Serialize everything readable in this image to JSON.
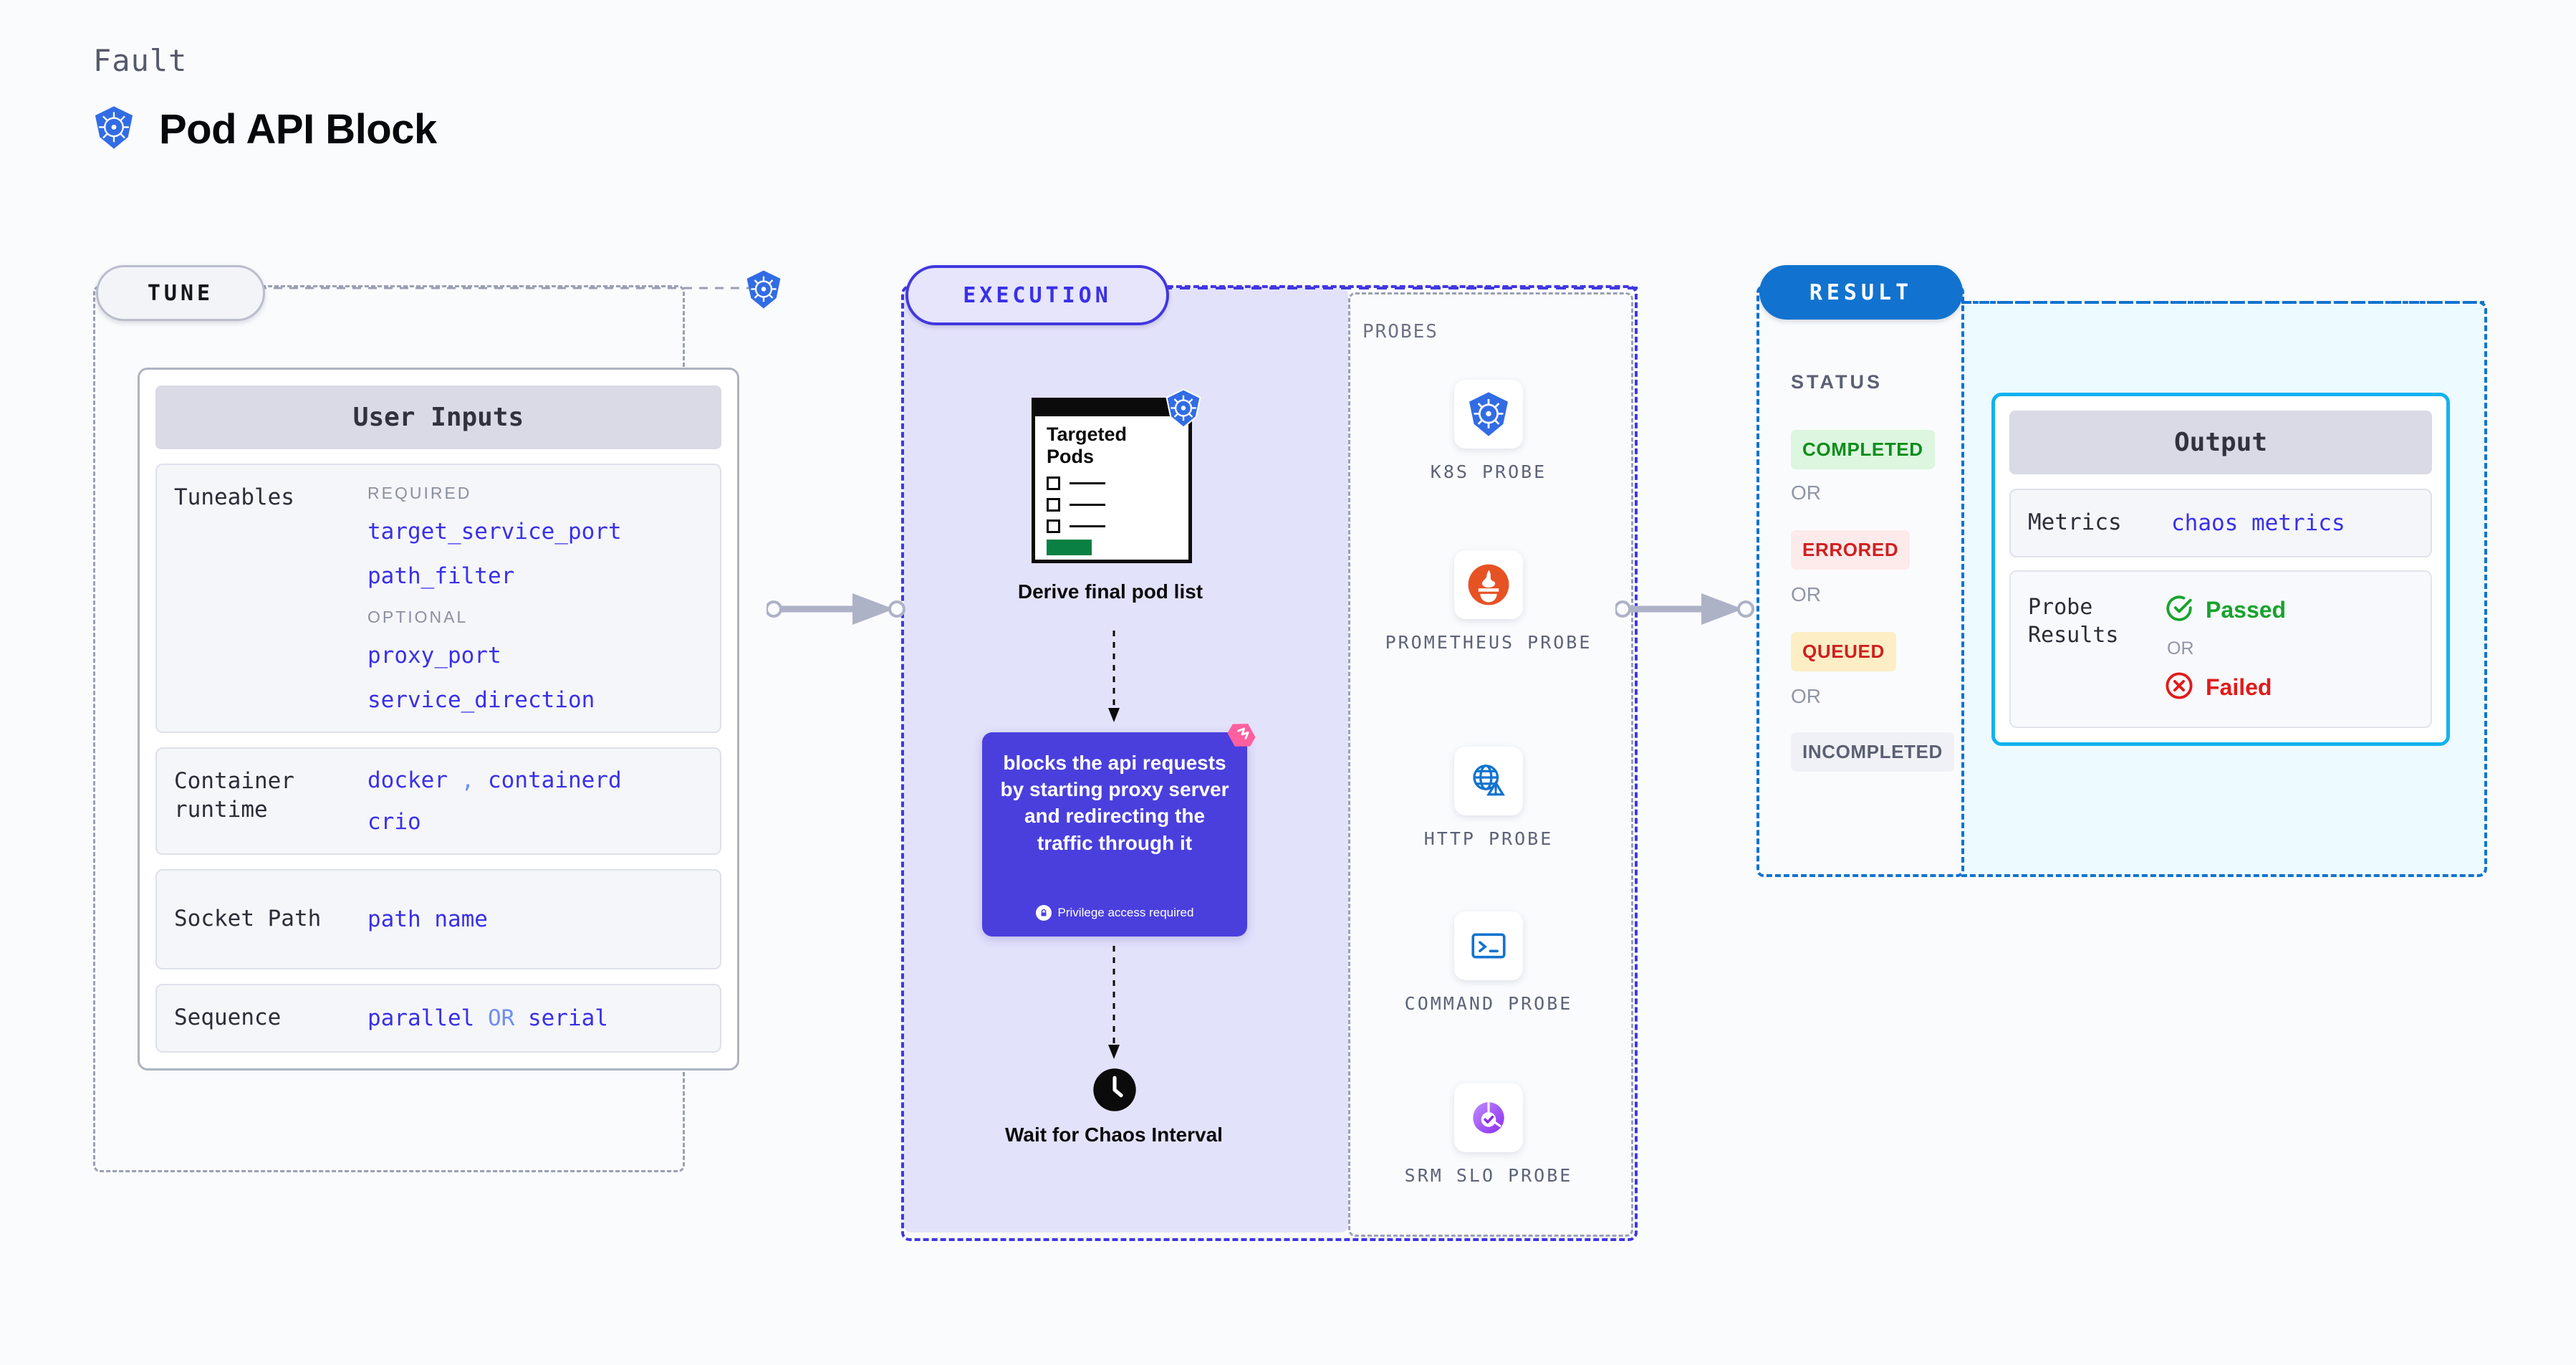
{
  "header": {
    "kicker": "Fault",
    "title": "Pod API Block",
    "icon": "kubernetes-icon"
  },
  "tune": {
    "pill_label": "TUNE",
    "badge_icon": "kubernetes-icon",
    "card_title": "User Inputs",
    "tuneables": {
      "label": "Tuneables",
      "required_heading": "REQUIRED",
      "required": [
        "target_service_port",
        "path_filter"
      ],
      "optional_heading": "OPTIONAL",
      "optional": [
        "proxy_port",
        "service_direction"
      ]
    },
    "container_runtime": {
      "label": "Container runtime",
      "values": [
        "docker",
        "containerd",
        "crio"
      ],
      "separator": ","
    },
    "socket_path": {
      "label": "Socket Path",
      "value": "path name"
    },
    "sequence": {
      "label": "Sequence",
      "value_a": "parallel",
      "joiner": "OR",
      "value_b": "serial"
    }
  },
  "execution": {
    "pill_label": "EXECUTION",
    "pods_card": {
      "title_line1": "Targeted",
      "title_line2": "Pods",
      "badge_icon": "kubernetes-icon"
    },
    "pods_caption": "Derive final pod list",
    "action_card": {
      "text": "blocks the api requests by starting proxy server and redirecting the traffic through it",
      "privilege_note": "Privilege access required",
      "privilege_icon": "lock-icon",
      "brand_icon": "harness-icon",
      "color": "#4a3fdd"
    },
    "wait": {
      "icon": "clock-icon",
      "caption": "Wait for Chaos Interval"
    }
  },
  "probes": {
    "title": "PROBES",
    "items": [
      {
        "label": "K8S PROBE",
        "icon": "kubernetes-icon"
      },
      {
        "label": "PROMETHEUS PROBE",
        "icon": "prometheus-icon"
      },
      {
        "label": "HTTP PROBE",
        "icon": "globe-warning-icon"
      },
      {
        "label": "COMMAND PROBE",
        "icon": "terminal-icon"
      },
      {
        "label": "SRM SLO PROBE",
        "icon": "srm-slo-icon"
      }
    ]
  },
  "result": {
    "pill_label": "RESULT",
    "status_title": "STATUS",
    "or_label": "OR",
    "statuses": [
      {
        "label": "COMPLETED",
        "fg": "#0f8d1d",
        "bg": "#dcf6df"
      },
      {
        "label": "ERRORED",
        "fg": "#cf2020",
        "bg": "#fdeaea"
      },
      {
        "label": "QUEUED",
        "fg": "#cf2020",
        "bg": "#fdeec6"
      },
      {
        "label": "INCOMPLETED",
        "fg": "#5b6073",
        "bg": "#f0f1f6"
      }
    ],
    "output": {
      "card_title": "Output",
      "metrics": {
        "label": "Metrics",
        "value": "chaos metrics"
      },
      "probe_results": {
        "label": "Probe Results",
        "passed": "Passed",
        "or_label": "OR",
        "failed": "Failed",
        "passed_icon": "check-circle-icon",
        "failed_icon": "x-circle-icon"
      }
    }
  },
  "colors": {
    "accent_blue": "#1173cf",
    "accent_purple": "#4237e0",
    "k8s_blue": "#326ce5",
    "value_blue": "#3930e8",
    "cyan": "#12b2ee"
  }
}
